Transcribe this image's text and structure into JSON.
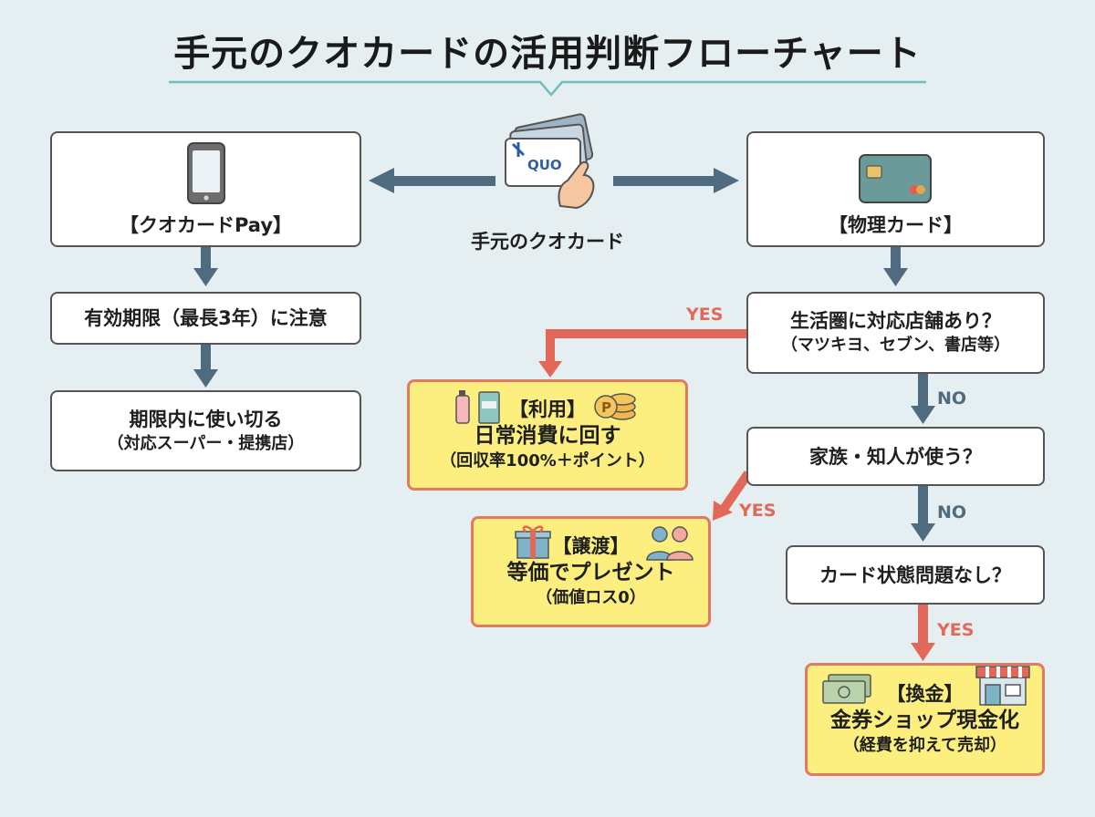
{
  "title": "手元のクオカードの活用判断フローチャート",
  "center": {
    "caption": "手元のクオカード",
    "card_logo": "QUO",
    "icon": "hand-holding-cards-icon"
  },
  "left_branch": {
    "pay_box": {
      "label": "【クオカードPay】",
      "icon": "smartphone-icon"
    },
    "expiry_box": {
      "label": "有効期限（最長3年）に注意"
    },
    "use_box": {
      "line1": "期限内に使い切る",
      "line2": "（対応スーパー・提携店）"
    }
  },
  "right_branch": {
    "physical_box": {
      "label": "【物理カード】",
      "icon": "credit-card-icon"
    },
    "q1": {
      "line1": "生活圏に対応店舗あり？",
      "line2": "（マツキヨ、セブン、書店等）"
    },
    "q2": {
      "line1": "家族・知人が使う？"
    },
    "q3": {
      "line1": "カード状態問題なし？"
    }
  },
  "outcomes": {
    "use": {
      "head": "【利用】",
      "line1": "日常消費に回す",
      "line2": "（回収率100%＋ポイント）",
      "icons": [
        "bottles-icon",
        "coins-icon"
      ]
    },
    "gift": {
      "head": "【譲渡】",
      "line1": "等価でプレゼント",
      "line2": "（価値ロス0）",
      "icons": [
        "gift-icon",
        "people-icon"
      ]
    },
    "cash": {
      "head": "【換金】",
      "line1": "金券ショップ現金化",
      "line2": "（経費を抑えて売却）",
      "icons": [
        "cash-icon",
        "shop-icon"
      ]
    }
  },
  "labels": {
    "yes": "YES",
    "no": "NO"
  },
  "colors": {
    "background": "#e5eef1",
    "arrow_blue": "#4e6b80",
    "arrow_red": "#e2695a",
    "outcome_fill": "#fcef7f",
    "outcome_border": "#e07a60",
    "title_rule": "#6fbfbc"
  }
}
